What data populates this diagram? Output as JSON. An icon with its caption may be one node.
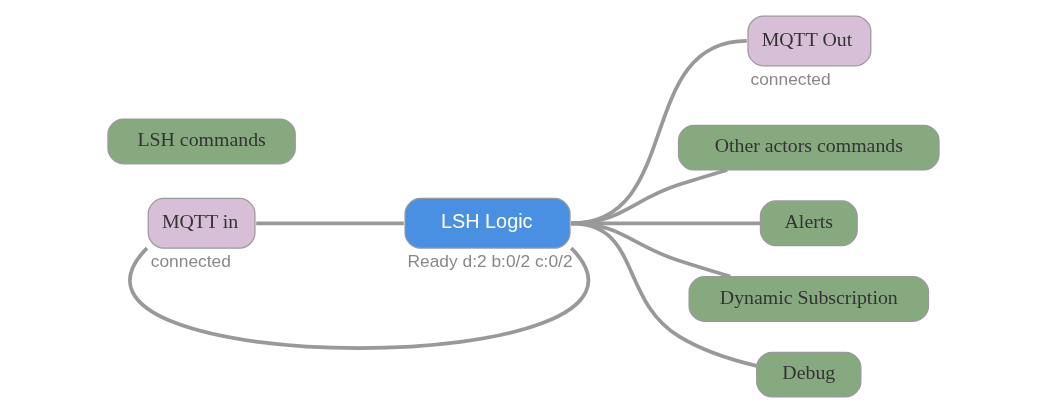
{
  "diagram": {
    "nodes": [
      {
        "text": [
          "MQTT in"
        ],
        "beside": [
          "connected"
        ]
      },
      {
        "text": [
          "LSH Logic"
        ],
        "beside": [
          "Ready d:2 b:0/2 c:0/2"
        ]
      },
      {
        "text": [
          "MQTT Out"
        ],
        "beside": [
          "connected"
        ]
      },
      {
        "text": [
          "LSH commands"
        ]
      },
      {
        "text": [
          "Other actors commands"
        ]
      },
      {
        "text": [
          "Alerts"
        ]
      },
      {
        "text": [
          "Dynamic Subscription"
        ]
      },
      {
        "text": [
          "Debug"
        ]
      }
    ],
    "edges": [
      {
        "from": 0,
        "to": 1,
        "arrow": "none"
      },
      {
        "from": 1,
        "to": 2,
        "arrow": "none"
      },
      {
        "from": 1,
        "to": 4,
        "arrow": "none"
      },
      {
        "from": 1,
        "to": 5,
        "arrow": "none"
      },
      {
        "from": 1,
        "to": 6,
        "arrow": "none"
      },
      {
        "from": 1,
        "to": 0,
        "arrow": "none"
      },
      {
        "from": 1,
        "to": 7,
        "arrow": "none"
      }
    ]
  }
}
